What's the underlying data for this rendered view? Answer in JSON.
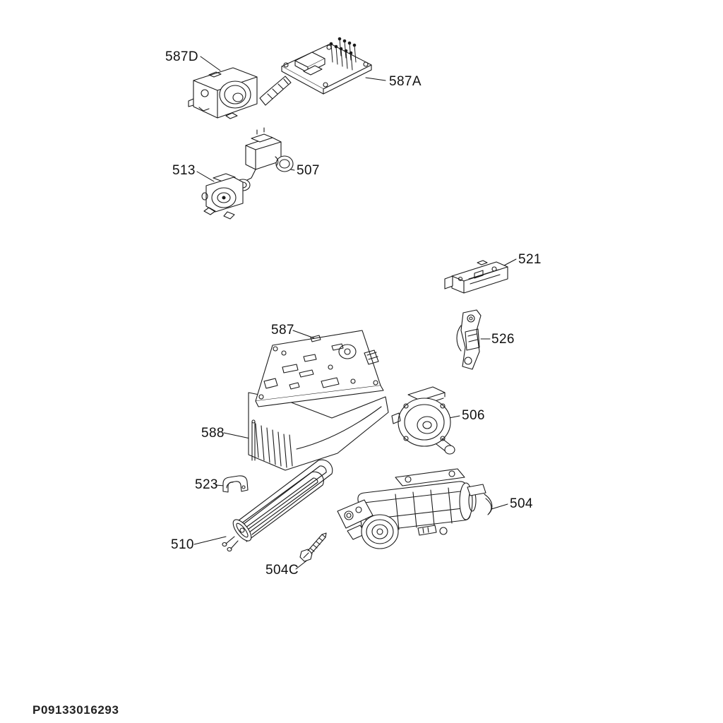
{
  "diagram": {
    "type": "exploded-parts-diagram",
    "footer_code": "P09133016293",
    "labels": [
      {
        "id": "587D",
        "text": "587D"
      },
      {
        "id": "587A",
        "text": "587A"
      },
      {
        "id": "513",
        "text": "513"
      },
      {
        "id": "507",
        "text": "507"
      },
      {
        "id": "521",
        "text": "521"
      },
      {
        "id": "526",
        "text": "526"
      },
      {
        "id": "587",
        "text": "587"
      },
      {
        "id": "506",
        "text": "506"
      },
      {
        "id": "588",
        "text": "588"
      },
      {
        "id": "523",
        "text": "523"
      },
      {
        "id": "504",
        "text": "504"
      },
      {
        "id": "510",
        "text": "510"
      },
      {
        "id": "504C",
        "text": "504C"
      }
    ]
  }
}
